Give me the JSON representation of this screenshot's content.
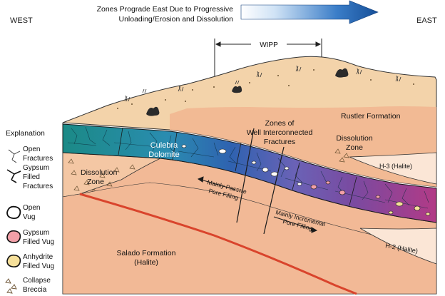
{
  "header": {
    "west": "WEST",
    "east": "EAST",
    "arrow_line1": "Zones Prograde East Due to Progressive",
    "arrow_line2": "Unloading/Erosion and Dissolution",
    "wipp": "WIPP"
  },
  "labels": {
    "rustler": "Rustler Formation",
    "zones_line1": "Zones of",
    "zones_line2": "Well Interconnected",
    "zones_line3": "Fractures",
    "dissolution_east_line1": "Dissolution",
    "dissolution_east_line2": "Zone",
    "h3": "H-3 (Halite)",
    "culebra_line1": "Culebra",
    "culebra_line2": "Dolomite",
    "dissolution_west_line1": "Dissolution",
    "dissolution_west_line2": "Zone",
    "passive_line1": "Mainly Passive",
    "passive_line2": "Pore Filling",
    "incremental_line1": "Mainly Incremental",
    "incremental_line2": "Pore Filling",
    "h2": "H-2 (Halite)",
    "salado_line1": "Salado Formation",
    "salado_line2": "(Halite)"
  },
  "legend": {
    "title": "Explanation",
    "items": [
      {
        "icon": "open-fractures-icon",
        "line1": "Open",
        "line2": "Fractures"
      },
      {
        "icon": "gypsum-filled-fractures-icon",
        "line1": "Gypsum",
        "line2": "Filled",
        "line3": "Fractures"
      },
      {
        "icon": "open-vug-icon",
        "line1": "Open",
        "line2": "Vug"
      },
      {
        "icon": "gypsum-filled-vug-icon",
        "line1": "Gypsum",
        "line2": "Filled Vug"
      },
      {
        "icon": "anhydrite-filled-vug-icon",
        "line1": "Anhydrite",
        "line2": "Filled Vug"
      },
      {
        "icon": "collapse-breccia-icon",
        "line1": "Collapse",
        "line2": "Breccia"
      }
    ]
  },
  "colors": {
    "sky_arrow_dark": "#1a5fb0",
    "sky_arrow_light": "#e8f2fb",
    "surface_tan": "#f3d2a8",
    "rustler_peach": "#f2b48f",
    "salado_peach": "#f2ba96",
    "culebra_teal": "#1f8a8a",
    "culebra_blue": "#2a70b8",
    "culebra_purple": "#6b5aa8",
    "culebra_magenta": "#9b3a80",
    "gypsum_pink": "#f2a0a8",
    "anhydrite_yellow": "#f6e09a",
    "red_line": "#d9442c"
  }
}
